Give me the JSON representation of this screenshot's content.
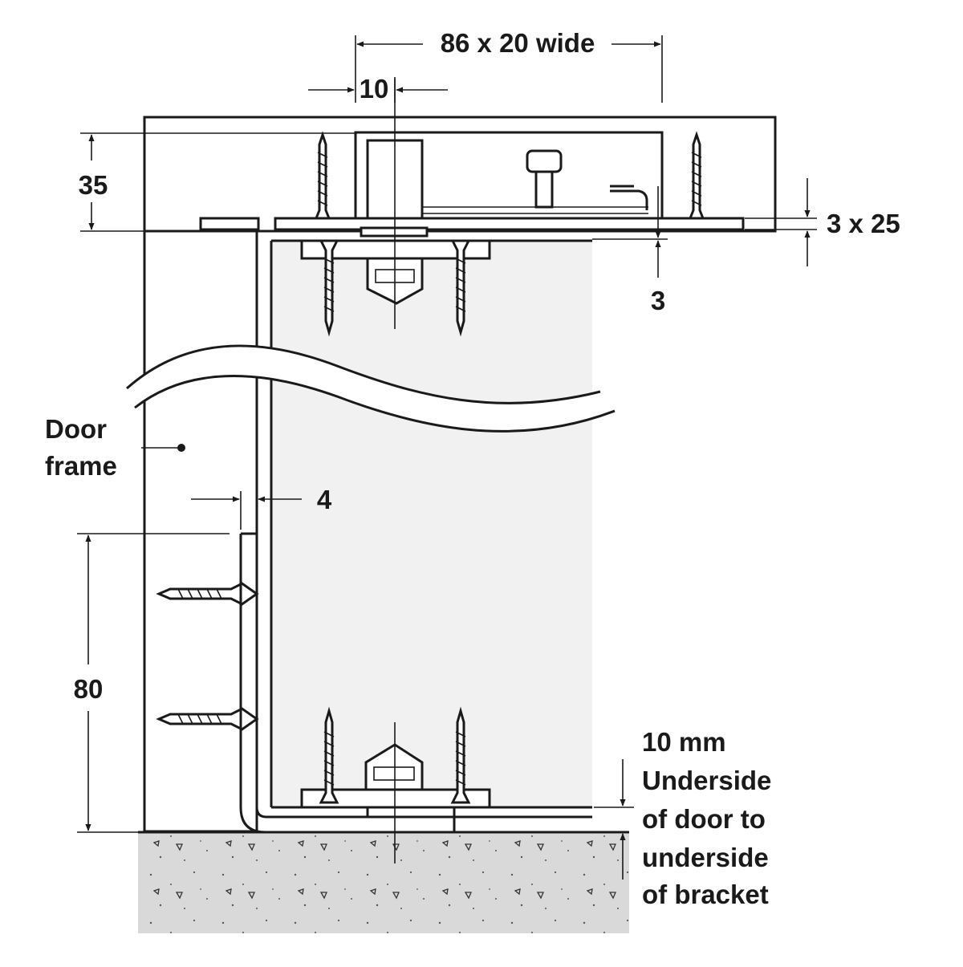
{
  "colors": {
    "line": "#1a1a1a",
    "door_fill": "#f1f1f1",
    "floor_fill": "#d9d9d9",
    "background": "#ffffff"
  },
  "labels": {
    "width": "86 x 20 wide",
    "offset_10": "10",
    "height_35": "35",
    "plate_3x25": "3 x 25",
    "gap_3": "3",
    "door_frame_line1": "Door",
    "door_frame_line2": "frame",
    "gap_4": "4",
    "height_80": "80",
    "bottom_note": [
      "10 mm",
      "Underside",
      "of door to",
      "underside",
      "of bracket"
    ]
  }
}
